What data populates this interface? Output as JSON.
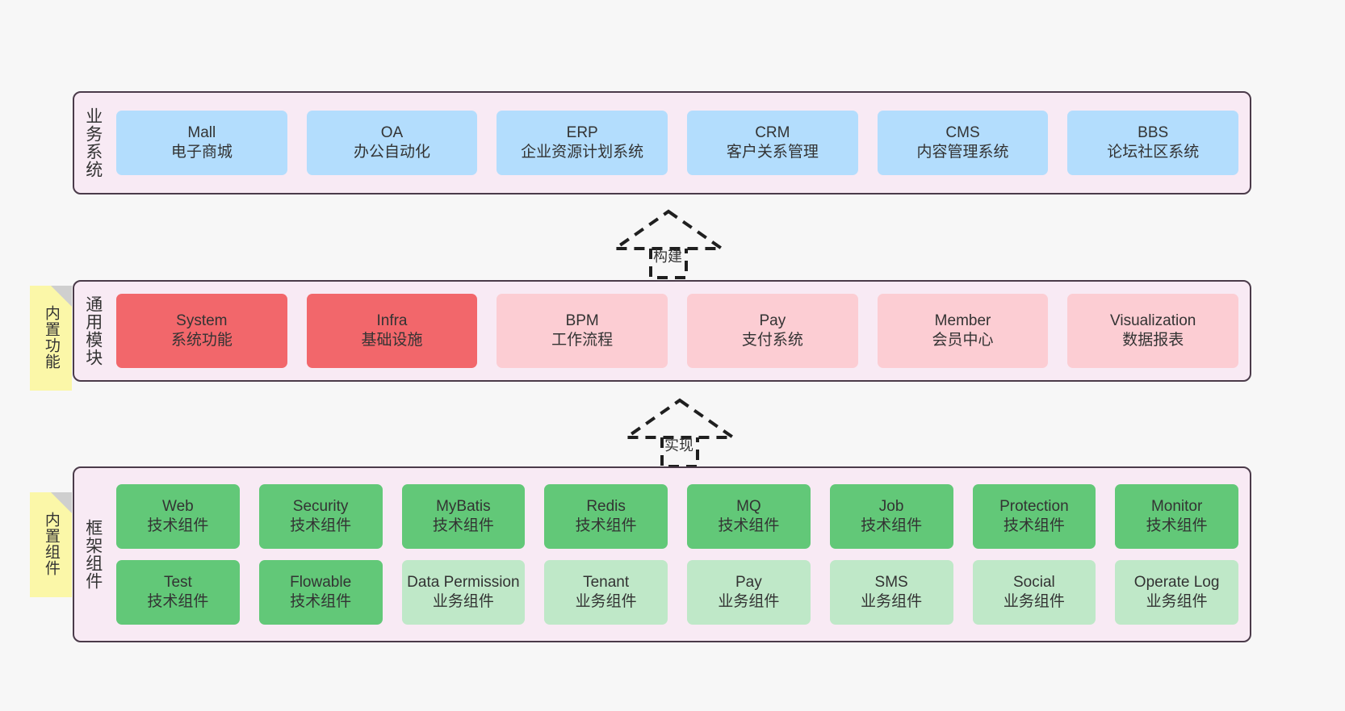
{
  "diagram": {
    "background_color": "#f7f7f7",
    "layer_fill": "#f8eaf4",
    "layer_border": "#4b3b4a"
  },
  "layers": [
    {
      "id": "business-systems",
      "title": "业务系统",
      "rows": [
        {
          "style": "biz",
          "nodes": [
            {
              "title": "Mall",
              "sub": "电子商城"
            },
            {
              "title": "OA",
              "sub": "办公自动化"
            },
            {
              "title": "ERP",
              "sub": "企业资源计划系统"
            },
            {
              "title": "CRM",
              "sub": "客户关系管理"
            },
            {
              "title": "CMS",
              "sub": "内容管理系统"
            },
            {
              "title": "BBS",
              "sub": "论坛社区系统"
            }
          ]
        }
      ]
    },
    {
      "id": "common-modules",
      "title": "通用模块",
      "rows": [
        {
          "style": "mod",
          "nodes": [
            {
              "title": "System",
              "sub": "系统功能",
              "strong": true
            },
            {
              "title": "Infra",
              "sub": "基础设施",
              "strong": true
            },
            {
              "title": "BPM",
              "sub": "工作流程",
              "strong": false
            },
            {
              "title": "Pay",
              "sub": "支付系统",
              "strong": false
            },
            {
              "title": "Member",
              "sub": "会员中心",
              "strong": false
            },
            {
              "title": "Visualization",
              "sub": "数据报表",
              "strong": false
            }
          ]
        }
      ]
    },
    {
      "id": "framework-components",
      "title": "框架组件",
      "rows": [
        {
          "style": "fw",
          "nodes": [
            {
              "title": "Web",
              "sub": "技术组件",
              "strong": true
            },
            {
              "title": "Security",
              "sub": "技术组件",
              "strong": true
            },
            {
              "title": "MyBatis",
              "sub": "技术组件",
              "strong": true
            },
            {
              "title": "Redis",
              "sub": "技术组件",
              "strong": true
            },
            {
              "title": "MQ",
              "sub": "技术组件",
              "strong": true
            },
            {
              "title": "Job",
              "sub": "技术组件",
              "strong": true
            },
            {
              "title": "Protection",
              "sub": "技术组件",
              "strong": true
            },
            {
              "title": "Monitor",
              "sub": "技术组件",
              "strong": true
            }
          ]
        },
        {
          "style": "fw",
          "nodes": [
            {
              "title": "Test",
              "sub": "技术组件",
              "strong": true
            },
            {
              "title": "Flowable",
              "sub": "技术组件",
              "strong": true
            },
            {
              "title": "Data Permission",
              "sub": "业务组件",
              "strong": false
            },
            {
              "title": "Tenant",
              "sub": "业务组件",
              "strong": false
            },
            {
              "title": "Pay",
              "sub": "业务组件",
              "strong": false
            },
            {
              "title": "SMS",
              "sub": "业务组件",
              "strong": false
            },
            {
              "title": "Social",
              "sub": "业务组件",
              "strong": false
            },
            {
              "title": "Operate Log",
              "sub": "业务组件",
              "strong": false
            }
          ]
        }
      ]
    }
  ],
  "sticky_notes": [
    {
      "id": "builtin-features",
      "text": "内置功能",
      "color": "#fbf7a8"
    },
    {
      "id": "builtin-components",
      "text": "内置组件",
      "color": "#fbf7a8"
    }
  ],
  "connectors": [
    {
      "id": "build",
      "label": "构建",
      "style": "dashed-generalization"
    },
    {
      "id": "implement",
      "label": "实现",
      "style": "dashed-generalization"
    }
  ],
  "palette": {
    "business": "#b3ddfd",
    "module_strong": "#f2676b",
    "module_light": "#fccdd3",
    "framework_strong": "#62c878",
    "framework_light": "#bfe8c8",
    "sticky": "#fbf7a8",
    "sticky_fold": "#cfcfcf",
    "connector": "#1f1f1f"
  }
}
